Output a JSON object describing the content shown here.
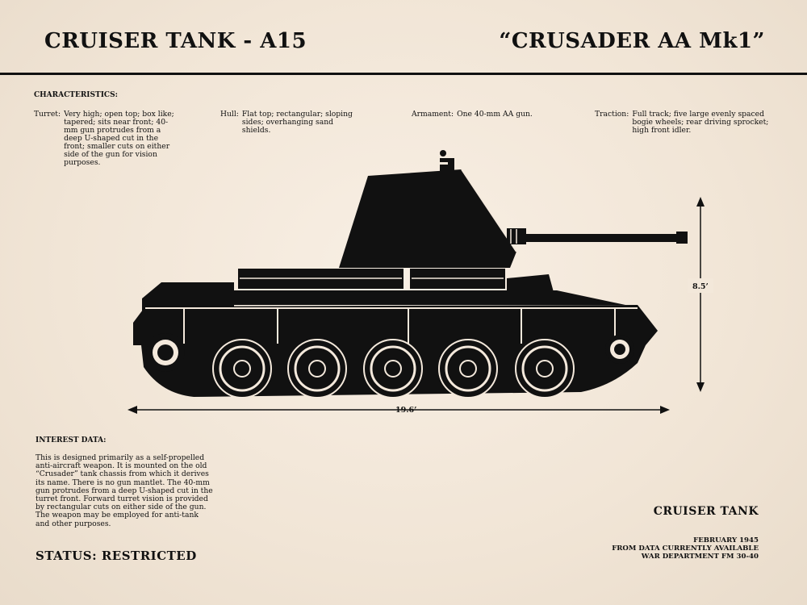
{
  "header": {
    "title_left": "CRUISER TANK - A15",
    "title_right": "“CRUSADER AA Mk1”"
  },
  "characteristics": {
    "heading": "CHARACTERISTICS:",
    "turret": {
      "label": "Turret:",
      "text": "Very high; open top; box like; tapered; sits near front; 40-mm gun protrudes from a deep U-shaped cut in the front; smaller cuts on either side of the gun for vision purposes."
    },
    "hull": {
      "label": "Hull:",
      "text": "Flat top; rectangular; sloping sides; overhanging sand shields."
    },
    "armament": {
      "label": "Armament:",
      "text": "One 40-mm AA gun."
    },
    "traction": {
      "label": "Traction:",
      "text": "Full track; five large evenly spaced bogie wheels; rear driving sprocket; high front idler."
    }
  },
  "dimensions": {
    "length": "19.6’",
    "height": "8.5’"
  },
  "interest": {
    "heading": "INTEREST DATA:",
    "text": "This is designed primarily as a self-propelled anti-aircraft weapon. It is mounted on the old “Crusader” tank chassis from which it derives its name. There is no gun mantlet. The 40-mm gun protrudes from a deep U-shaped cut in the turret front. Forward turret vision is provided by rectangular cuts on either side of the gun. The weapon may be employed for anti-tank and other purposes."
  },
  "footer": {
    "status": "STATUS: RESTRICTED",
    "type_label": "CRUISER TANK",
    "date": "FEBRUARY 1945",
    "source_line1": "FROM DATA CURRENTLY AVAILABLE",
    "source_line2": "WAR DEPARTMENT FM 30-40"
  },
  "colors": {
    "ink": "#111111",
    "paper": "#f4e9dc"
  }
}
